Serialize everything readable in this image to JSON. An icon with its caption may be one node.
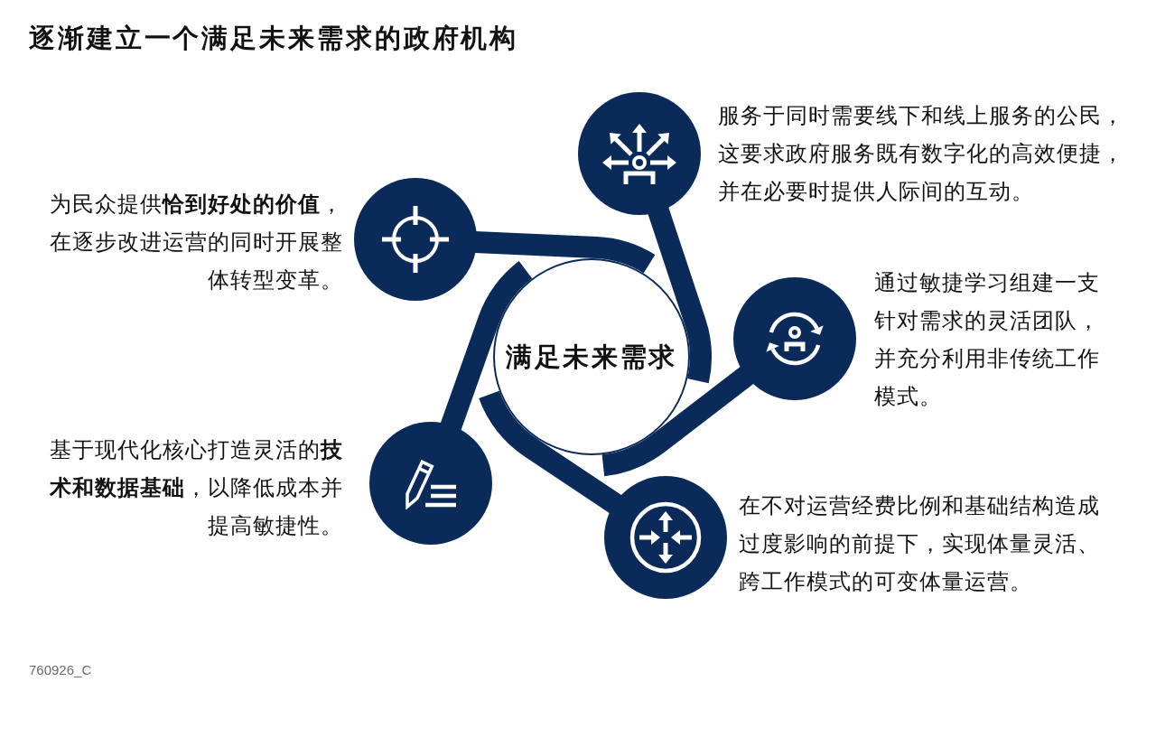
{
  "diagram": {
    "title": "逐渐建立一个满足未来需求的政府机构",
    "nodes": [
      {
        "text": [
          "满足未来需求"
        ]
      },
      {
        "text": [],
        "shape": "circle",
        "beside": [
          "服务于同时需要线下和线上服务的公民，这要求政府服务既有数字化的高效便捷，并在必要时提供人际间的互动。"
        ]
      },
      {
        "text": [],
        "shape": "circle",
        "beside": [
          "通过敏捷学习组建一支针对需求的灵活团队，并充分利用非传统工作模式。"
        ]
      },
      {
        "text": [],
        "shape": "circle",
        "beside": [
          "在不对运营经费比例和基础结构造成过度影响的前提下，实现体量灵活、跨工作模式的可变体量运营。"
        ]
      },
      {
        "text": [],
        "shape": "circle",
        "beside": [
          "基于现代化核心打造灵活的**技术和数据基础**，以降低成本并提高敏捷性。"
        ]
      },
      {
        "text": [],
        "shape": "circle",
        "beside": [
          "为民众提供**恰到好处的价值**，在逐步改进运营的同时开展整体转型变革。"
        ]
      }
    ],
    "edges": [
      {
        "from": 0,
        "to": 1,
        "arrow": "none"
      },
      {
        "from": 0,
        "to": 2,
        "arrow": "none"
      },
      {
        "from": 0,
        "to": 3,
        "arrow": "none"
      },
      {
        "from": 0,
        "to": 4,
        "arrow": "none"
      },
      {
        "from": 0,
        "to": 5,
        "arrow": "none"
      }
    ],
    "labels": [
      "760926_C"
    ]
  }
}
